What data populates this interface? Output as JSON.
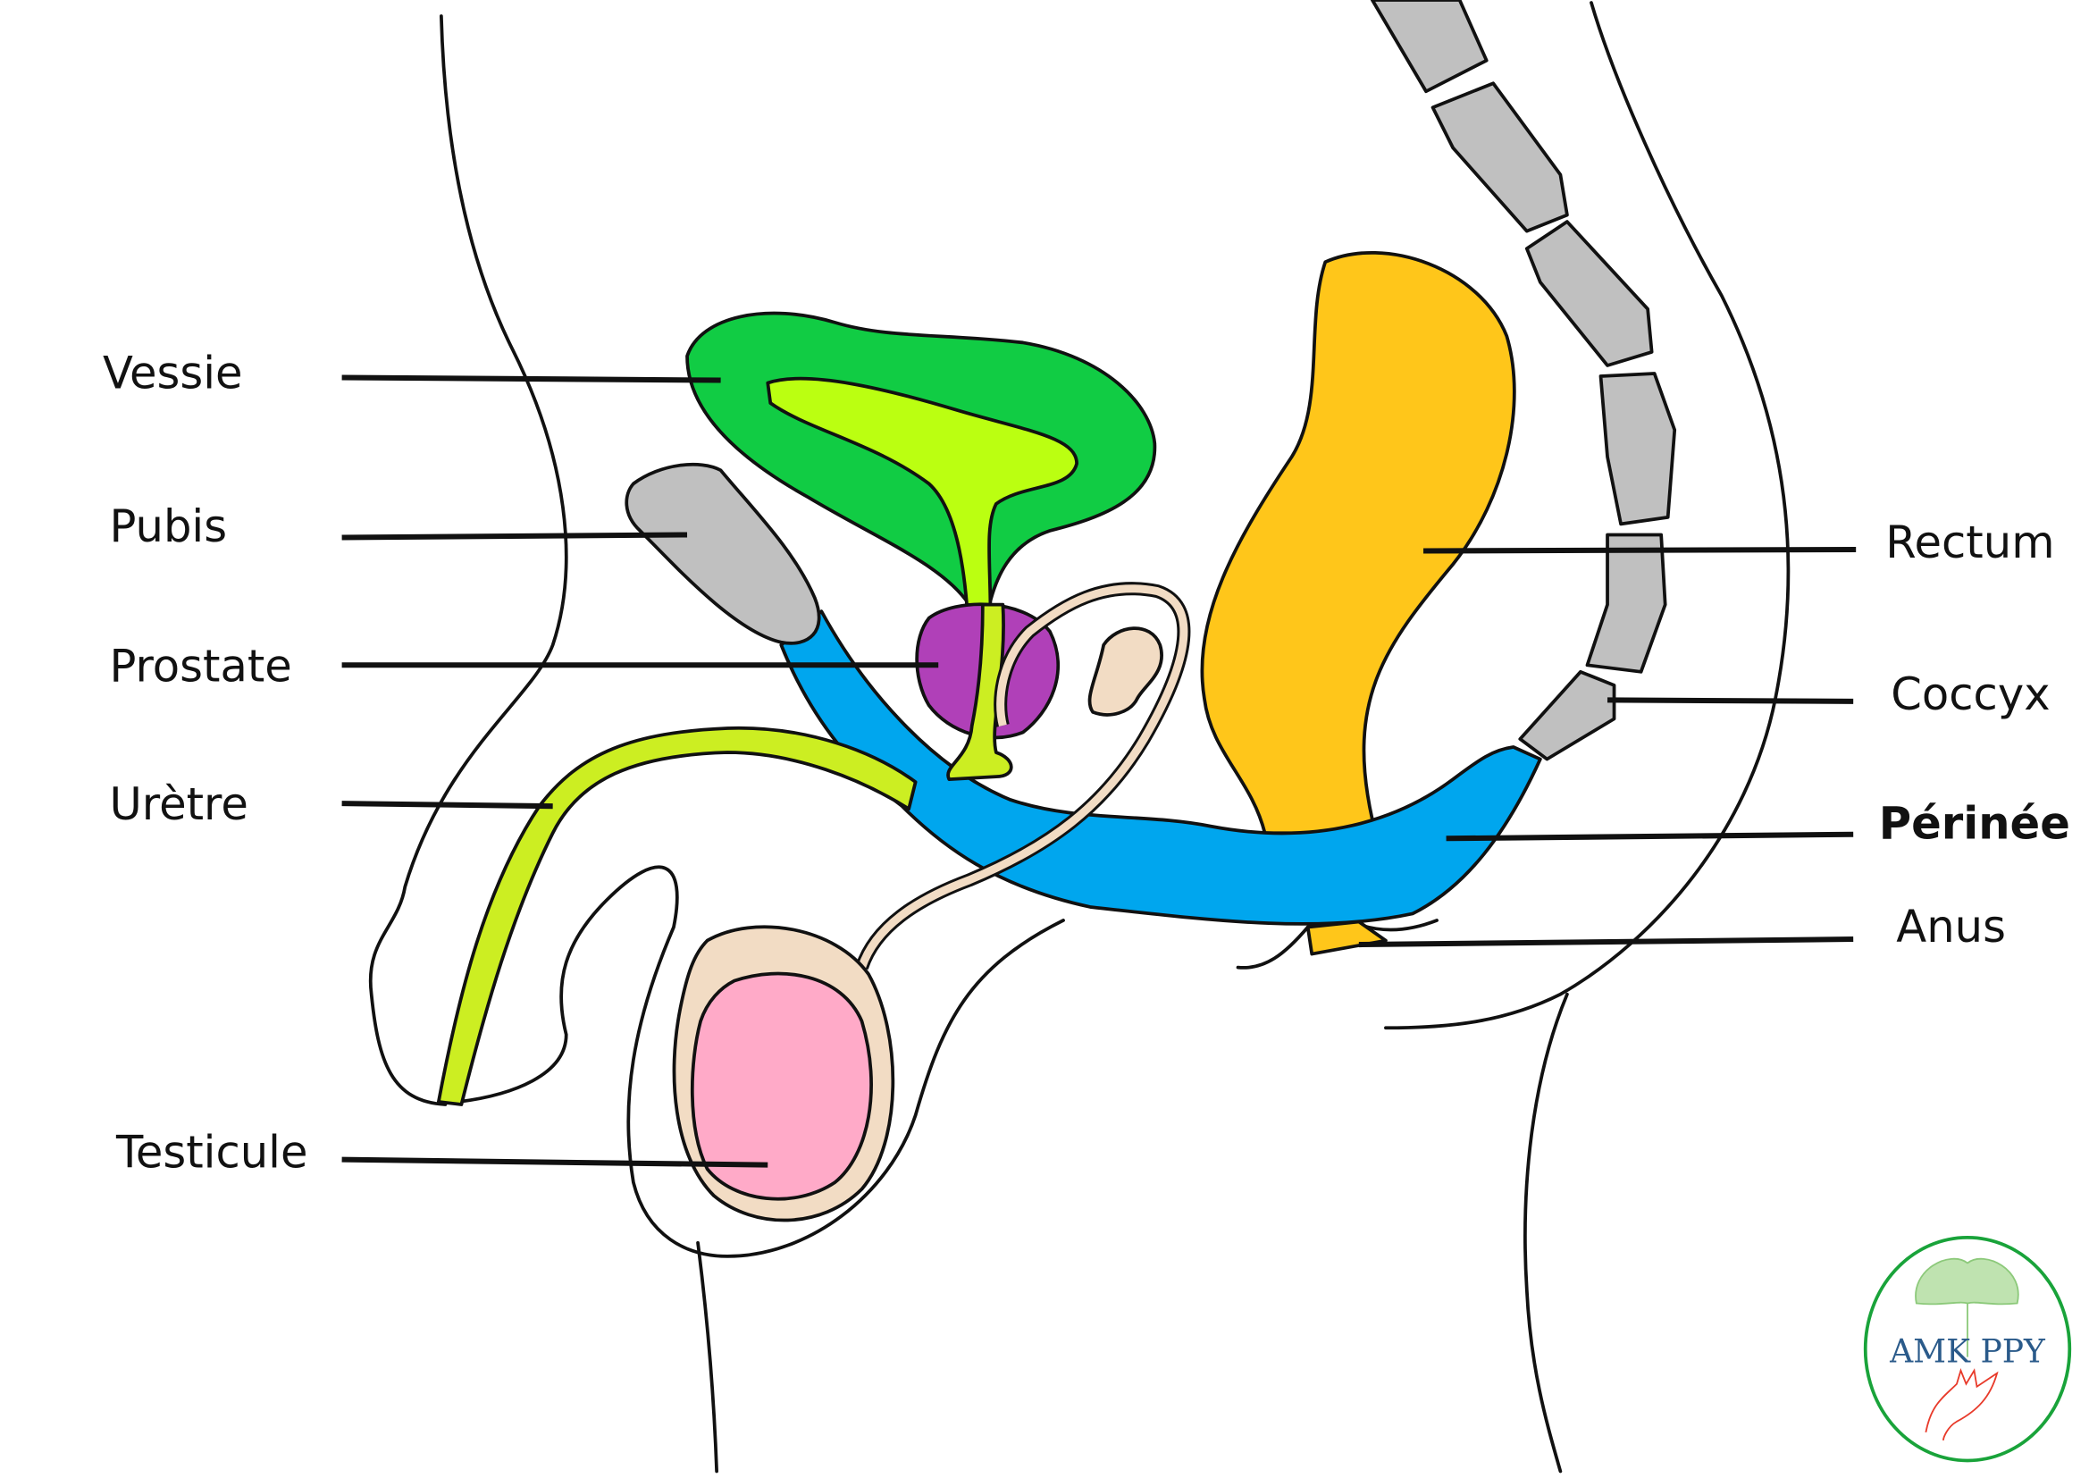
{
  "diagram": {
    "labels": {
      "vessie": "Vessie",
      "pubis": "Pubis",
      "prostate": "Prostate",
      "uretre": "Urètre",
      "testicule": "Testicule",
      "rectum": "Rectum",
      "coccyx": "Coccyx",
      "perinee": "Périnée",
      "anus": "Anus"
    },
    "colors": {
      "vessie": "#11cc44",
      "vessie_inner": "#bbff11",
      "pubis": "#c0c0c0",
      "prostate": "#b040b8",
      "uretre": "#ccee22",
      "testicule": "#ffaac8",
      "scrotum": "#f2dcc4",
      "rectum": "#ffc61a",
      "coccyx": "#c0c0c0",
      "perinee": "#00a6ee"
    }
  },
  "logo": {
    "text": "AMK PPY"
  }
}
